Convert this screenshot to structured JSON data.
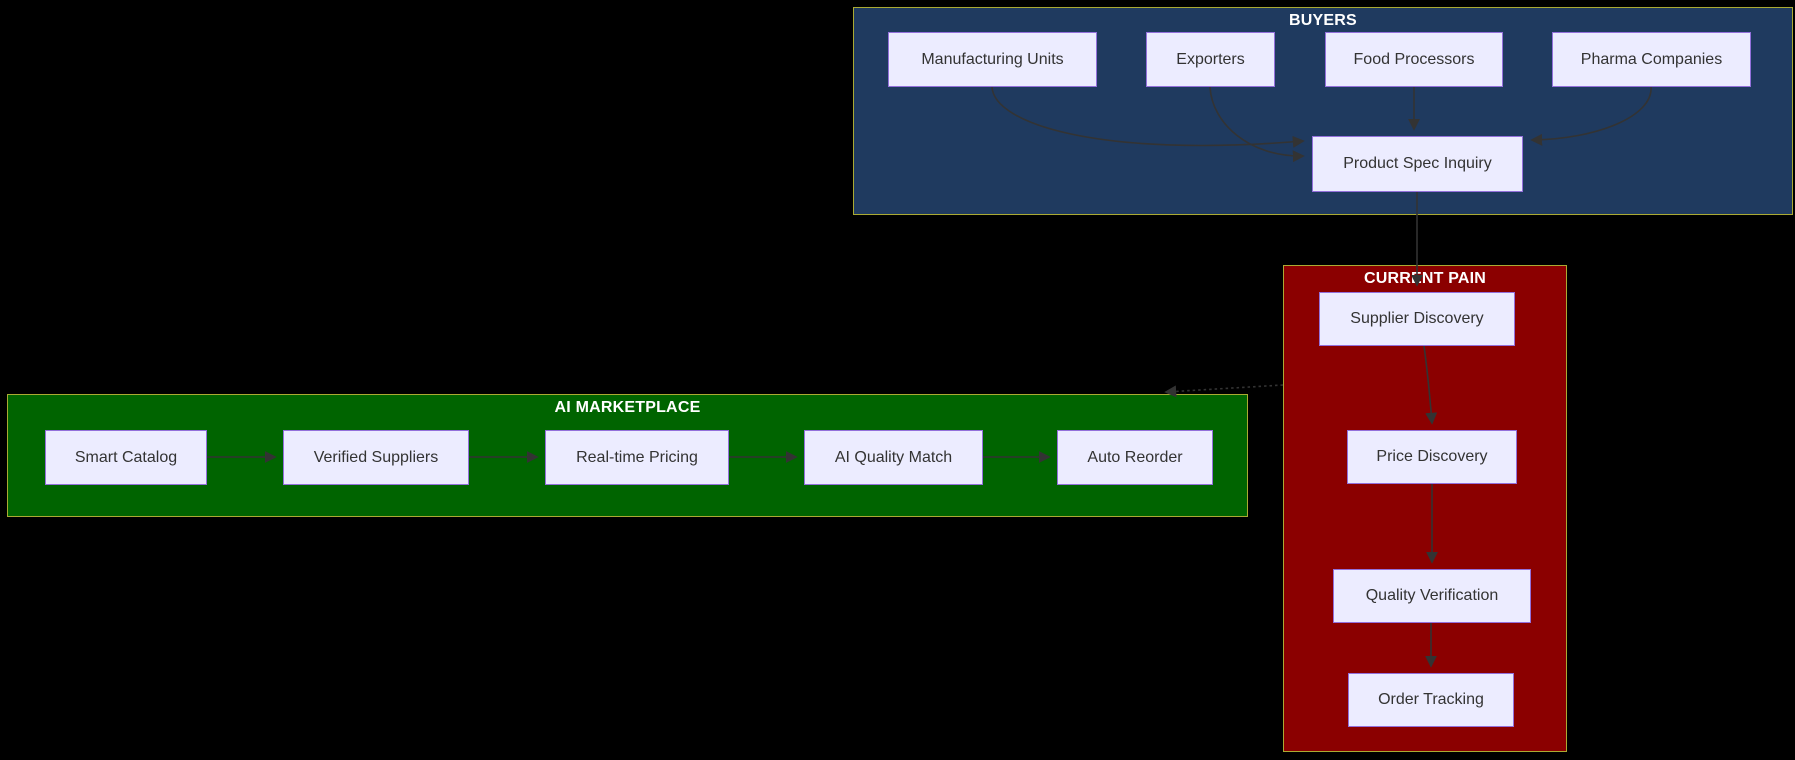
{
  "diagram": {
    "type": "flowchart",
    "background": "#000000",
    "clusters": {
      "buyers": {
        "title": "BUYERS",
        "fill": "#1f3a5f",
        "nodes": {
          "manufacturing_units": "Manufacturing Units",
          "exporters": "Exporters",
          "food_processors": "Food Processors",
          "pharma_companies": "Pharma Companies",
          "product_spec_inquiry": "Product Spec Inquiry"
        }
      },
      "current_pain": {
        "title": "CURRENT PAIN",
        "fill": "#8b0000",
        "nodes": {
          "supplier_discovery": "Supplier Discovery",
          "price_discovery": "Price Discovery",
          "quality_verification": "Quality Verification",
          "order_tracking": "Order Tracking"
        }
      },
      "ai_marketplace": {
        "title": "AI MARKETPLACE",
        "fill": "#006400",
        "nodes": {
          "smart_catalog": "Smart Catalog",
          "verified_suppliers": "Verified Suppliers",
          "real_time_pricing": "Real-time Pricing",
          "ai_quality_match": "AI Quality Match",
          "auto_reorder": "Auto Reorder"
        }
      }
    },
    "edges": [
      {
        "from": "manufacturing_units",
        "to": "product_spec_inquiry",
        "style": "solid"
      },
      {
        "from": "exporters",
        "to": "product_spec_inquiry",
        "style": "solid"
      },
      {
        "from": "food_processors",
        "to": "product_spec_inquiry",
        "style": "solid"
      },
      {
        "from": "pharma_companies",
        "to": "product_spec_inquiry",
        "style": "solid"
      },
      {
        "from": "product_spec_inquiry",
        "to": "supplier_discovery",
        "style": "solid"
      },
      {
        "from": "supplier_discovery",
        "to": "price_discovery",
        "style": "solid"
      },
      {
        "from": "price_discovery",
        "to": "quality_verification",
        "style": "solid"
      },
      {
        "from": "quality_verification",
        "to": "order_tracking",
        "style": "solid"
      },
      {
        "from": "current_pain",
        "to": "ai_marketplace",
        "style": "dotted"
      },
      {
        "from": "smart_catalog",
        "to": "verified_suppliers",
        "style": "solid"
      },
      {
        "from": "verified_suppliers",
        "to": "real_time_pricing",
        "style": "solid"
      },
      {
        "from": "real_time_pricing",
        "to": "ai_quality_match",
        "style": "solid"
      },
      {
        "from": "ai_quality_match",
        "to": "auto_reorder",
        "style": "solid"
      }
    ],
    "colors": {
      "cluster_border": "#aaaa33",
      "cluster_title_text": "#ffffff",
      "node_fill": "#ececff",
      "node_border": "#9370db",
      "node_text": "#333333",
      "edge_stroke": "#333333"
    }
  }
}
